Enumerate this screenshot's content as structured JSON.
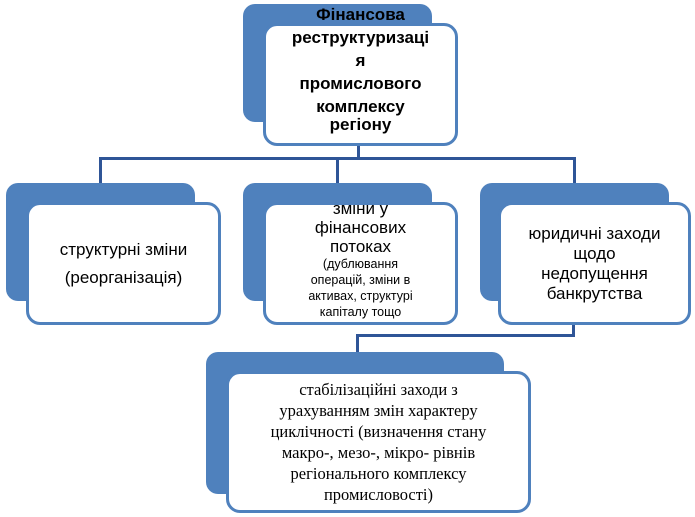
{
  "diagram": {
    "top": {
      "lines": [
        "Фінансова",
        "реструктуризаці",
        "я",
        "промислового",
        "комплексу",
        "регіону"
      ]
    },
    "left": {
      "lines": [
        "структурні зміни",
        "(реорганізація)"
      ]
    },
    "middle": {
      "lines": [
        "зміни у",
        "фінансових",
        "потоках"
      ],
      "note_lines": [
        "(дублювання",
        "операцій, зміни в",
        "активах, структурі",
        "капіталу тощо"
      ]
    },
    "right": {
      "lines": [
        "юридичні заходи",
        "щодо",
        "недопущення",
        "банкрутства"
      ]
    },
    "bottom": {
      "lines": [
        "стабілізаційні заходи з",
        "урахуванням змін характеру",
        "циклічності (визначення стану",
        "макро-, мезо-, мікро- рівнів",
        "регіонального комплексу",
        "промисловості)"
      ]
    }
  },
  "colors": {
    "accent": "#4f81bd",
    "connector": "#2f5597"
  }
}
